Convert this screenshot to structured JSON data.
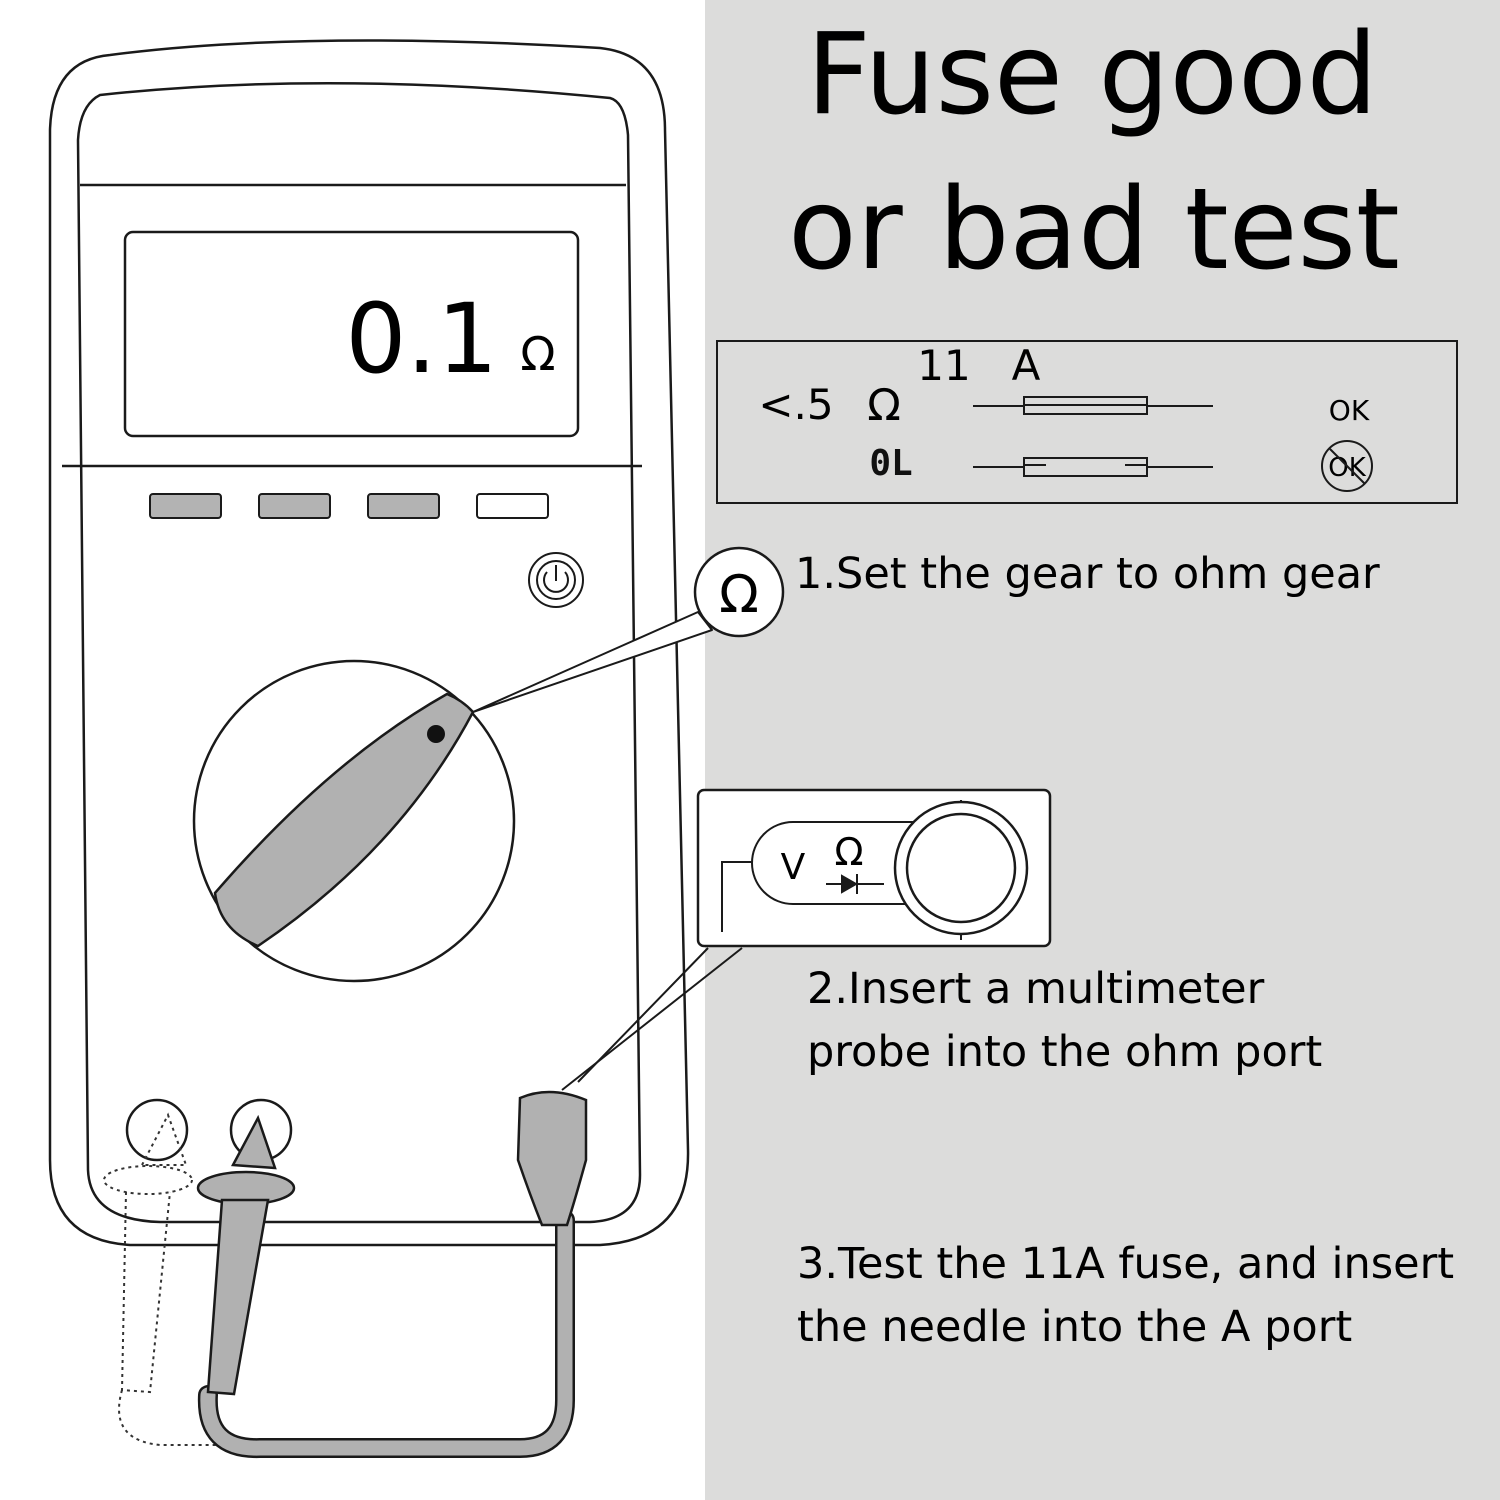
{
  "title": {
    "line1": "Fuse good",
    "line2": "or bad test"
  },
  "meter": {
    "reading_value": "0.1",
    "reading_unit": "Ω",
    "dial_symbol": "Ω"
  },
  "legend": {
    "fuse_rating_num": "11",
    "fuse_rating_unit": "A",
    "good_reading": "<.5",
    "good_unit": "Ω",
    "bad_reading": "0L",
    "good_status": "OK",
    "bad_status": "OK"
  },
  "port_inset": {
    "v_label": "V",
    "ohm_label": "Ω"
  },
  "steps": {
    "step1_line1": "1.Set the gear to ohm gear",
    "step2_line1": "2.Insert a multimeter",
    "step2_line2": "probe into the ohm port",
    "step3_line1": "3.Test the 11A fuse, and insert",
    "step3_line2": "the needle into the A port"
  },
  "colors": {
    "panel_gray": "#dcdcdb",
    "probe_gray": "#b1b1b1",
    "button_gray": "#b3b3b3",
    "outline": "#1a1a1a"
  },
  "icons": {
    "power": "power-icon",
    "ohm": "ohm-icon",
    "diode": "diode-icon",
    "fuse": "fuse-icon",
    "no_ok": "prohibited-ok-icon"
  }
}
